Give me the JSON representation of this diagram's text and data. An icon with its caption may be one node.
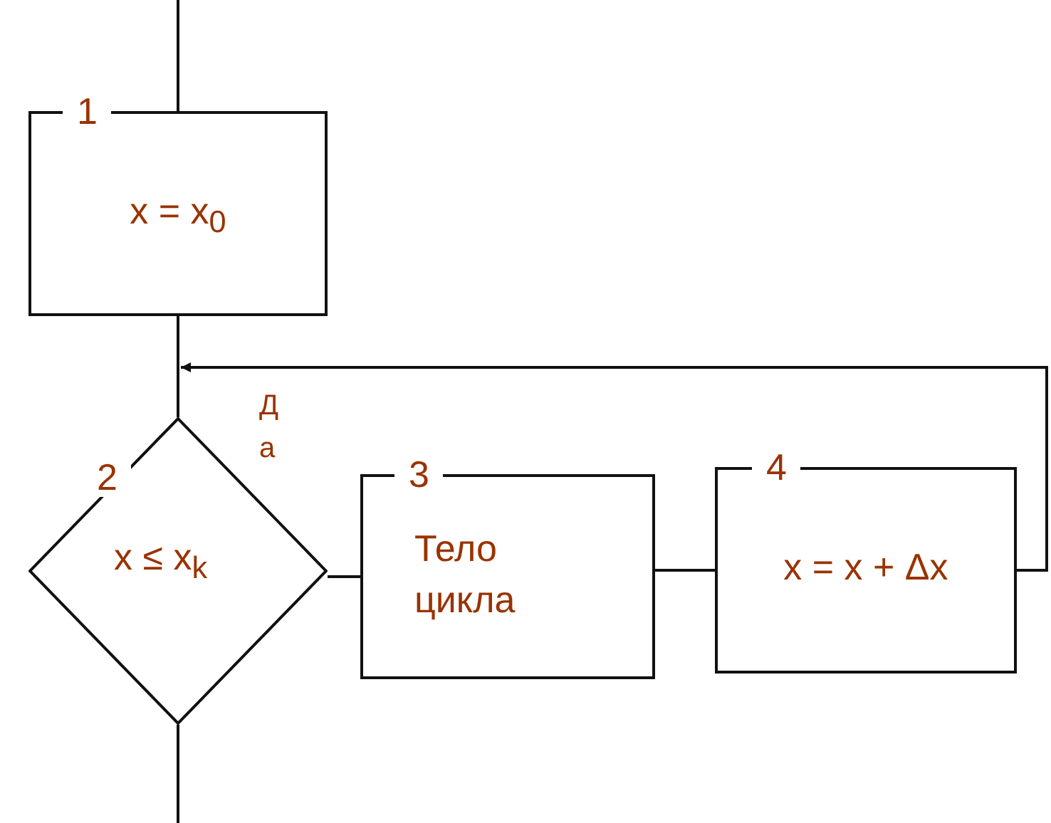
{
  "diagram": {
    "nodes": [
      {
        "text": [
          "1",
          "x = x$_{0}$"
        ]
      },
      {
        "text": [
          "2",
          "x ≤ x$_{k}$"
        ]
      },
      {
        "text": [
          "3",
          "Тело цикла"
        ]
      },
      {
        "text": [
          "4",
          "x = x + Δx"
        ]
      }
    ],
    "edges": [
      {
        "from": null,
        "to": 0,
        "arrow": "none"
      },
      {
        "from": 0,
        "to": 1,
        "arrow": "none"
      },
      {
        "from": 1,
        "to": 2,
        "arrow": "none"
      },
      {
        "from": 2,
        "to": 3,
        "arrow": "none"
      },
      {
        "from": 3,
        "to": 1,
        "arrow": "to"
      },
      {
        "from": 1,
        "to": null,
        "arrow": "none"
      }
    ],
    "labels": [
      "Да"
    ]
  }
}
